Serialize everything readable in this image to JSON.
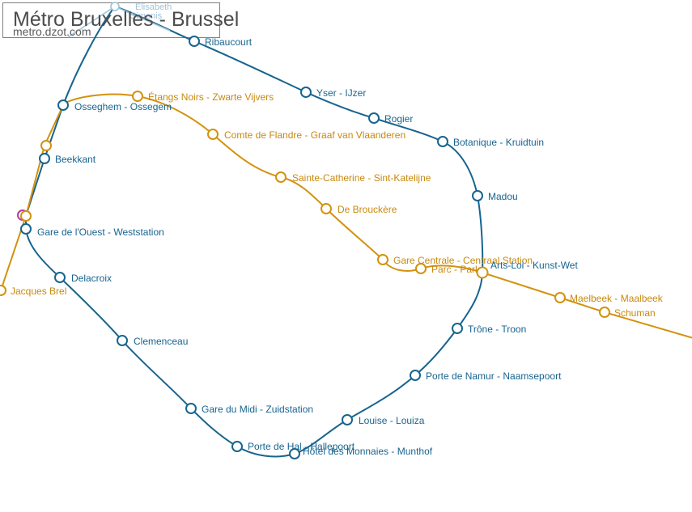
{
  "header": {
    "title": "Métro Bruxelles - Brussel",
    "site": "metro.dzot.com"
  },
  "colors": {
    "loop_line": "#17648f",
    "main_line": "#d3920e",
    "branch_line": "#9fc3da",
    "alt_marker": "#b23ba5",
    "loop_label": "#17648f",
    "main_label": "#c8890d",
    "title_text": "#4c4c4c"
  },
  "terminus": {
    "label_top": "Elisabeth",
    "label_bottom": "Simonis"
  },
  "stations": {
    "loop": [
      "Ribaucourt",
      "Yser - IJzer",
      "Rogier",
      "Botanique - Kruidtuin",
      "Madou",
      "Arts-Loi - Kunst-Wet",
      "Trône - Troon",
      "Porte de Namur - Naamsepoort",
      "Louise - Louiza",
      "Hôtel des Monnaies - Munthof",
      "Porte de Hal - Hallepoort",
      "Gare du Midi - Zuidstation",
      "Clemenceau",
      "Delacroix",
      "Gare de l'Ouest - Weststation",
      "Beekkant",
      "Osseghem - Ossegem"
    ],
    "main": [
      "Jacques Brel",
      "Étangs Noirs - Zwarte Vijvers",
      "Comte de Flandre - Graaf van Vlaanderen",
      "Sainte-Catherine - Sint-Katelijne",
      "De Brouckère",
      "Gare Centrale - Centraal Station",
      "Parc - Park",
      "Maelbeek - Maalbeek",
      "Schuman"
    ]
  }
}
